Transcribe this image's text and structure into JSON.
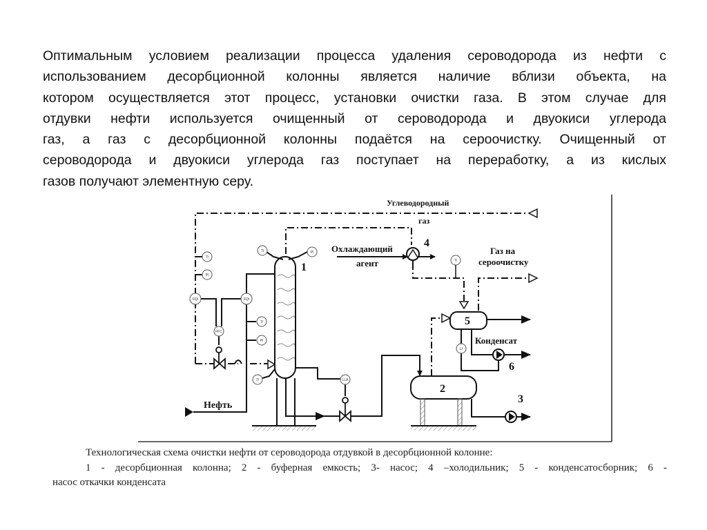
{
  "paragraph": {
    "lines": [
      "Оптимальным условием реализации процесса удаления сероводорода из нефти с",
      "использованием десорбционной колонны является наличие вблизи объекта, на",
      "котором осуществляется этот процесс, установки очистки газа. В этом случае для",
      "отдувки нефти используется очищенный от сероводорода и двуокиси углерода",
      "газ, а газ с десорбционной колонны подаётся на сероочистку. Очищенный от",
      "сероводорода и двуокиси углерода газ поступает на переработку, а из кислых",
      "газов получают элементную серу."
    ]
  },
  "diagram": {
    "labels": {
      "hydrocarbon_gas_1": "Углеводородный",
      "hydrocarbon_gas_2": "газ",
      "cooling_agent_1": "Охлаждающий",
      "cooling_agent_2": "агент",
      "gas_to_sulfur_1": "Газ на",
      "gas_to_sulfur_2": "сероочистку",
      "condensate": "Конденсат",
      "oil": "Нефть",
      "n1": "1",
      "n2": "2",
      "n3": "3",
      "n4": "4",
      "n5": "5",
      "n6": "6"
    },
    "instruments": {
      "ti": "TI",
      "pi": "PI",
      "fqi": "FQI",
      "ffc": "FFC",
      "li": "LI",
      "lla": "LLA"
    }
  },
  "caption": {
    "line1": "Технологическая  схема очистки нефти от сероводорода  отдувкой в десорбционной  колонне:",
    "line2": "1 - десорбционная колонна; 2 - буферная емкость;  3- насос; 4 –холодильник; 5 - конденсатосборник; 6 -",
    "line3": "насос откачки конденсата"
  }
}
